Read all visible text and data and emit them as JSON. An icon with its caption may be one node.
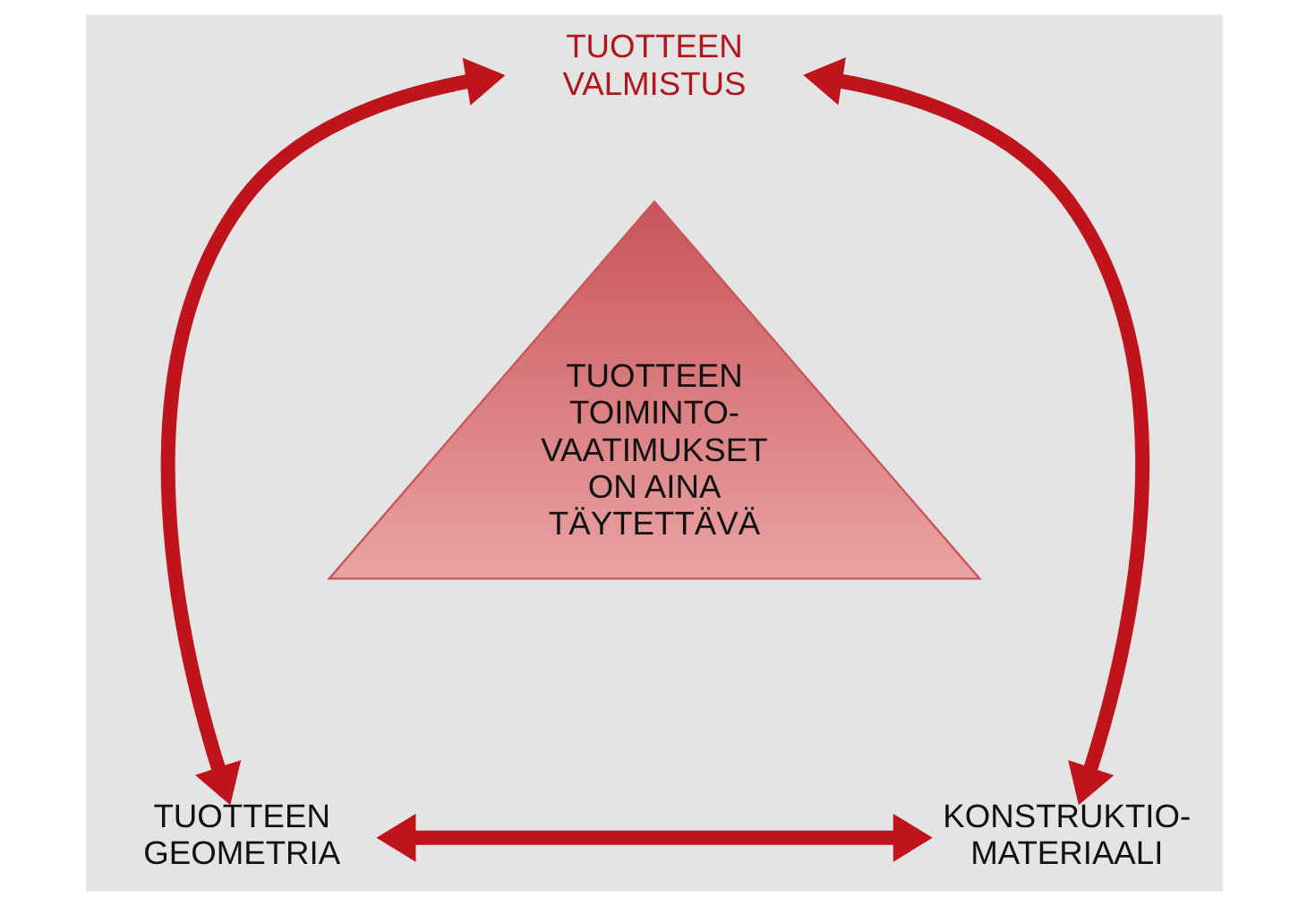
{
  "diagram": {
    "nodes": [
      {
        "text": [
          "TUOTTEEN VALMISTUS"
        ]
      },
      {
        "text": [
          "TUOTTEEN TOIMINTO- VAATIMUKSET ON AINA TÄYTETTÄVÄ"
        ]
      },
      {
        "text": [
          "TUOTTEEN GEOMETRIA"
        ]
      },
      {
        "text": [
          "KONSTRUKTIO- MATERIAALI"
        ]
      }
    ],
    "edges": [
      {
        "from": 0,
        "to": 2,
        "arrow": "both"
      },
      {
        "from": 0,
        "to": 3,
        "arrow": "both"
      },
      {
        "from": 2,
        "to": 3,
        "arrow": "both"
      }
    ]
  }
}
